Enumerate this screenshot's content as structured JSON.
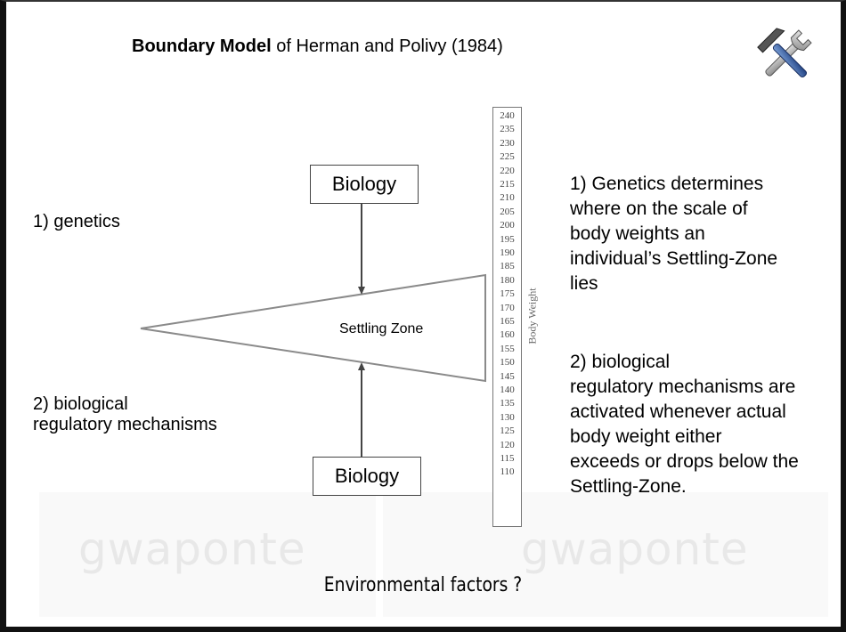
{
  "title": {
    "bold": "Boundary Model",
    "rest": " of Herman and Polivy (1984)"
  },
  "icon": "tools-icon",
  "left_labels": {
    "genetics": "1) genetics",
    "biological_line1": "2) biological",
    "biological_line2": "regulatory mechanisms"
  },
  "diagram": {
    "top_box": "Biology",
    "bottom_box": "Biology",
    "zone_label": "Settling Zone",
    "scale_axis_label": "Body Weight",
    "scale_values": [
      "240",
      "235",
      "230",
      "225",
      "220",
      "215",
      "210",
      "205",
      "200",
      "195",
      "190",
      "185",
      "180",
      "175",
      "170",
      "165",
      "160",
      "155",
      "150",
      "145",
      "140",
      "135",
      "130",
      "125",
      "120",
      "115",
      "110"
    ]
  },
  "right_text": {
    "point1": [
      "1) Genetics determines",
      "where on the scale of",
      "body weights an",
      "individual’s Settling-Zone",
      "lies"
    ],
    "point2": [
      "2) biological",
      "regulatory mechanisms are",
      "activated whenever actual",
      "body weight either",
      "exceeds or drops below the",
      "Settling-Zone."
    ]
  },
  "footer": "Environmental factors ?",
  "watermark": [
    "gwaponte",
    "gwaponte"
  ],
  "colors": {
    "border": "#111111",
    "line": "#444444",
    "watermark": "#e8e8e8"
  }
}
